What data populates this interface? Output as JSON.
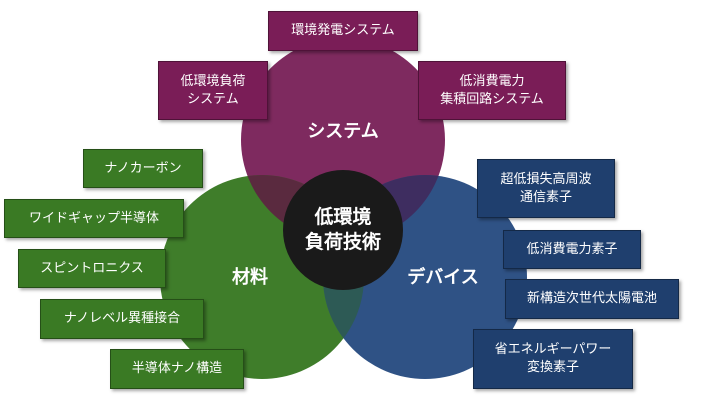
{
  "center": {
    "label": "低環境\n負荷技術",
    "color": "#1a1a1a"
  },
  "circles": {
    "system": {
      "label": "システム",
      "color": "#7e2a5f"
    },
    "material": {
      "label": "材料",
      "color": "#3f7d2a"
    },
    "device": {
      "label": "デバイス",
      "color": "#2f5285"
    }
  },
  "system_items": [
    "環境発電システム",
    "低環境負荷\nシステム",
    "低消費電力\n集積回路システム"
  ],
  "material_items": [
    "ナノカーボン",
    "ワイドギャップ半導体",
    "スピントロニクス",
    "ナノレベル異種接合",
    "半導体ナノ構造"
  ],
  "device_items": [
    "超低損失高周波\n通信素子",
    "低消費電力素子",
    "新構造次世代太陽電池",
    "省エネルギーパワー\n変換素子"
  ]
}
